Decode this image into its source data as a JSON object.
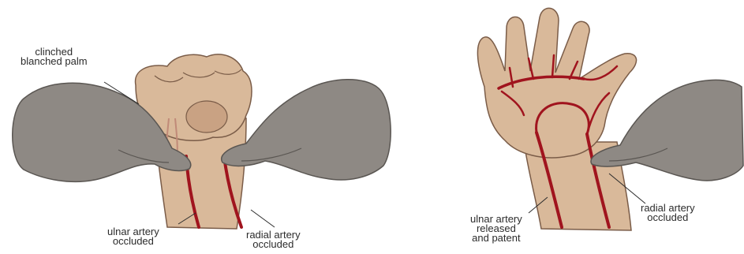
{
  "left_panel": {
    "labels": {
      "clinched": [
        "clinched",
        "blanched palm"
      ],
      "ulnar": [
        "ulnar artery",
        "occluded"
      ],
      "radial": [
        "radial artery",
        "occluded"
      ]
    }
  },
  "right_panel": {
    "labels": {
      "ulnar": [
        "ulnar artery",
        "released",
        "and patent"
      ],
      "radial": [
        "radial artery",
        "occluded"
      ]
    }
  },
  "colors": {
    "skin": "#d9b99a",
    "skin_shade": "#c9a283",
    "skin_outline": "#7a5c48",
    "examiner_hand": "#8e8984",
    "examiner_outline": "#5a5652",
    "artery": "#a0141e",
    "label_text": "#2b2b2b"
  }
}
